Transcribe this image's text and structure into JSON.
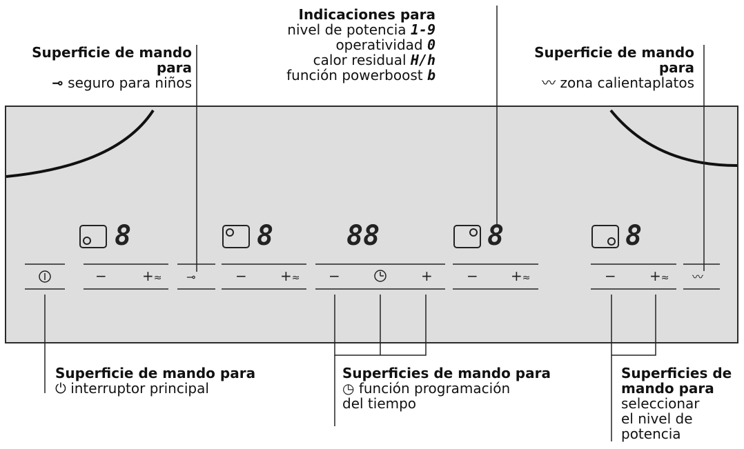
{
  "top_left": {
    "title_line1": "Superficie de mando",
    "title_line2": "para",
    "text": "seguro para niños",
    "icon": "key-icon"
  },
  "top_center": {
    "title": "Indicaciones para",
    "lines": [
      {
        "text": "nivel de potencia",
        "glyph": "1-9"
      },
      {
        "text": "operatividad",
        "glyph": "0"
      },
      {
        "text": "calor residual",
        "glyph": "H/h"
      },
      {
        "text": "función powerboost",
        "glyph": "b"
      }
    ]
  },
  "top_right": {
    "title_line1": "Superficie de mando",
    "title_line2": "para",
    "text": "zona calientaplatos",
    "icon": "warming-zone-icon"
  },
  "bottom_left": {
    "title": "Superficie de mando para",
    "text": "interruptor principal",
    "icon": "power-icon"
  },
  "bottom_center": {
    "title": "Superficies de mando para",
    "text_line1": "función programación",
    "text_line2": "del tiempo",
    "icon": "clock-icon"
  },
  "bottom_right": {
    "title_line1": "Superficies de",
    "title_line2": "mando para",
    "lines": [
      "seleccionar",
      "el nivel de",
      "potencia"
    ]
  },
  "panel": {
    "displays": [
      "8",
      "8",
      "88",
      "8",
      "8"
    ],
    "minus": "−",
    "plus": "+",
    "boost": "≈"
  }
}
